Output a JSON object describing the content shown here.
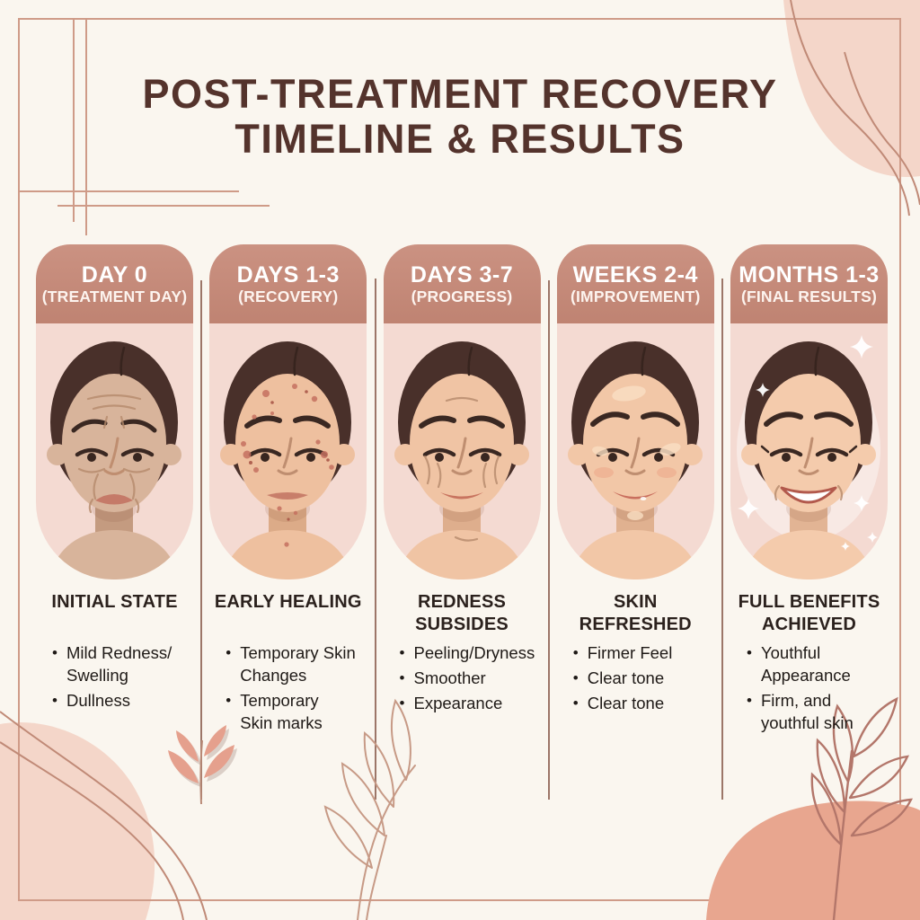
{
  "title": {
    "line1": "POST-TREATMENT RECOVERY",
    "line2": "TIMELINE & RESULTS"
  },
  "colors": {
    "background": "#faf6ef",
    "frame_line": "#cf9b88",
    "header_pill": "#c68d7c",
    "panel": "#f4dad2",
    "title_text": "#54332c",
    "heading_text": "#2b211d",
    "body_text": "#1f1a17",
    "divider": "#9c7668",
    "blob_light": "#f4d6c9",
    "blob_dark": "#e8a68f",
    "leaf_line": "#c79a86"
  },
  "stages": [
    {
      "header": "DAY 0",
      "subheader": "(TREATMENT DAY)",
      "result_title": "INITIAL STATE",
      "bullets": [
        [
          "Mild Redness/",
          "Swelling"
        ],
        [
          "Dullness"
        ]
      ],
      "face": {
        "skin": "#d8b49b",
        "neck": "#c49b80",
        "expression": "sad",
        "features": [
          "forehead-wrinkles",
          "under-eye-lines",
          "nasolabial-lines"
        ],
        "description": "dull worried face with fine lines"
      }
    },
    {
      "header": "DAYS 1-3",
      "subheader": "(RECOVERY)",
      "result_title": "EARLY HEALING",
      "bullets": [
        [
          "Temporary Skin",
          "Changes"
        ],
        [
          "Temporary",
          "Skin marks"
        ]
      ],
      "face": {
        "skin": "#eec09f",
        "neck": "#dcab88",
        "expression": "neutral",
        "features": [
          "red-spots"
        ],
        "description": "face with temporary red marks"
      }
    },
    {
      "header": "DAYS 3-7",
      "subheader": "(PROGRESS)",
      "result_title": "REDNESS SUBSIDES",
      "bullets": [
        [
          "Peeling/Dryness"
        ],
        [
          "Smoother"
        ],
        [
          "Expearance"
        ]
      ],
      "face": {
        "skin": "#f0c4a4",
        "neck": "#deae8d",
        "expression": "slight-smile",
        "features": [
          "peeling-lines"
        ],
        "description": "calmer face with light peeling"
      }
    },
    {
      "header": "WEEKS 2-4",
      "subheader": "(IMPROVEMENT)",
      "result_title": "SKIN REFRESHED",
      "bullets": [
        [
          "Firmer Feel"
        ],
        [
          "Clear tone"
        ],
        [
          "Clear tone"
        ]
      ],
      "face": {
        "skin": "#f2c7a7",
        "neck": "#e0b190",
        "expression": "soft-smile",
        "features": [
          "shine-patches",
          "blush"
        ],
        "description": "refreshed glowing face"
      }
    },
    {
      "header": "MONTHS 1-3",
      "subheader": "(FINAL RESULTS)",
      "result_title": "FULL BENEFITS ACHIEVED",
      "bullets": [
        [
          "Youthful",
          "Appearance"
        ],
        [
          "Firm, and",
          "youthful skin"
        ]
      ],
      "face": {
        "skin": "#f4cbac",
        "neck": "#e2b494",
        "expression": "big-smile",
        "features": [
          "glow",
          "lashes",
          "sparkles"
        ],
        "description": "radiant smiling face with sparkles"
      }
    }
  ]
}
